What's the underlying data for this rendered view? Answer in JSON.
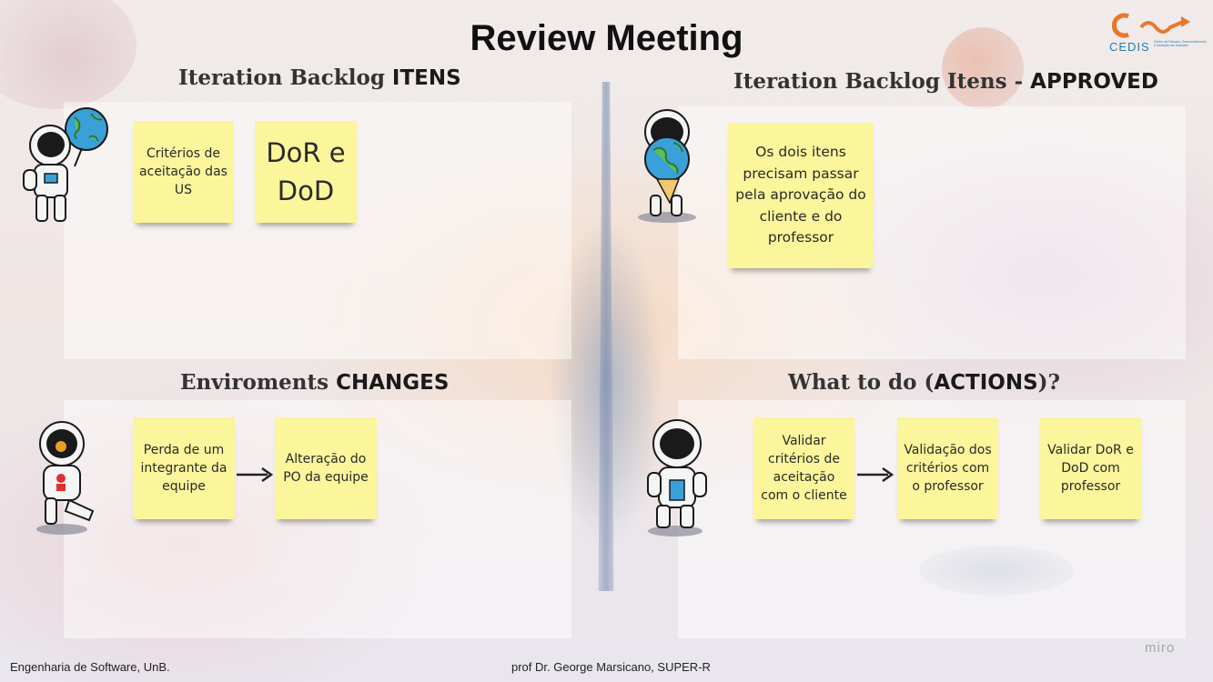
{
  "title": "Review Meeting",
  "logo": {
    "name": "CEDIS",
    "subtitle": "Centro de Estudos, Desenvolvimento e Inovação em Software"
  },
  "sections": {
    "backlog_items": {
      "title_plain": "Iteration Backlog ",
      "title_bold": "ITENS",
      "notes": [
        "Critérios de aceitação das US",
        "DoR e DoD"
      ]
    },
    "approved": {
      "title_plain": "Iteration Backlog Itens - ",
      "title_bold": "APPROVED",
      "notes": [
        "Os dois itens precisam passar pela aprovação do cliente e do professor"
      ]
    },
    "changes": {
      "title_plain": "Enviroments ",
      "title_bold": "CHANGES",
      "notes": [
        "Perda de um integrante da equipe",
        "Alteração do PO da equipe"
      ]
    },
    "actions": {
      "title_plain": "What to do (",
      "title_bold": "ACTIONS",
      "title_suffix": ")?",
      "notes": [
        "Validar critérios de aceitação com o cliente",
        "Validação dos critérios com o professor",
        "Validar DoR e DoD com professor"
      ]
    }
  },
  "footer": {
    "left": "Engenharia de Software, UnB.",
    "center": "prof Dr. George Marsicano, SUPER-R"
  },
  "watermark": "miro",
  "colors": {
    "sticky": "#fbf59b",
    "logo": "#1e7fa8",
    "logo_accent": "#e8772e"
  },
  "icons": [
    "astronaut-with-globe-icon",
    "astronaut-holding-earth-icon",
    "astronaut-with-flower-icon",
    "astronaut-standing-icon",
    "arrow-right-icon"
  ]
}
